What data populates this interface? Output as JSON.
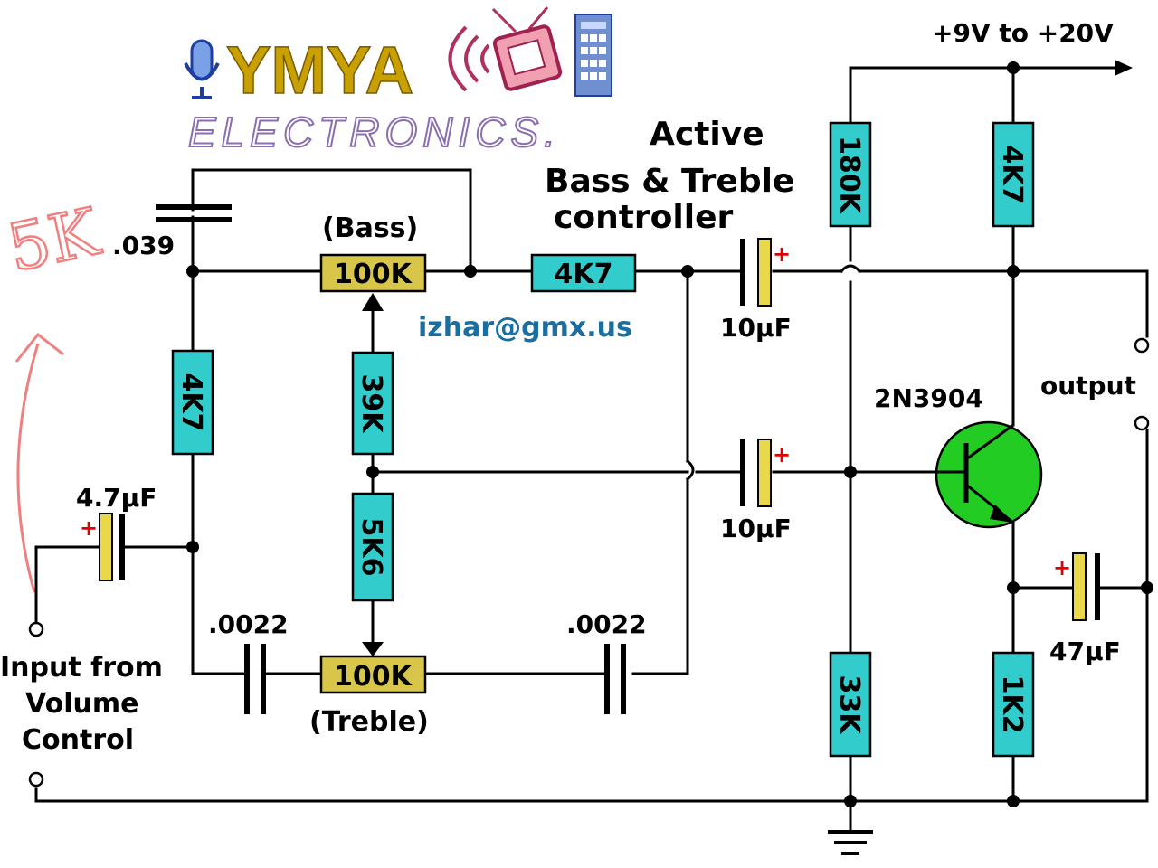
{
  "logo": {
    "brand": "YMYA",
    "subtitle": "ELECTRONICS."
  },
  "title": {
    "line1": "Active",
    "line2": "Bass & Treble",
    "line3": "controller"
  },
  "email": "izhar@gmx.us",
  "supply": "+9V to +20V",
  "annotation": "5K",
  "components": {
    "c_039": ".039",
    "pot_bass_value": "100K",
    "pot_bass_label": "(Bass)",
    "r_4k7_series": "4K7",
    "c_10uf_top": "10µF",
    "r_180k": "180K",
    "r_4k7_collector": "4K7",
    "r_4k7_left": "4K7",
    "r_39k": "39K",
    "r_5k6": "5K6",
    "c_10uf_mid": "10µF",
    "transistor": "2N3904",
    "c_4_7uf": "4.7µF",
    "c_0022_left": ".0022",
    "c_0022_right": ".0022",
    "pot_treble_value": "100K",
    "pot_treble_label": "(Treble)",
    "r_33k": "33K",
    "r_1k2": "1K2",
    "c_47uf": "47µF"
  },
  "labels": {
    "output": "output",
    "input_line1": "Input from",
    "input_line2": "Volume",
    "input_line3": "Control",
    "plus_sign": "+"
  },
  "colors": {
    "resistor": "#33cccc",
    "potentiometer": "#d8c64a",
    "electrolytic": "#e8d84a",
    "transistor": "#22cc22",
    "polarity": "#e00000",
    "logo_yellow": "#c8a000",
    "logo_purple": "#8a6fb0",
    "annotation_pink": "#f08080"
  }
}
